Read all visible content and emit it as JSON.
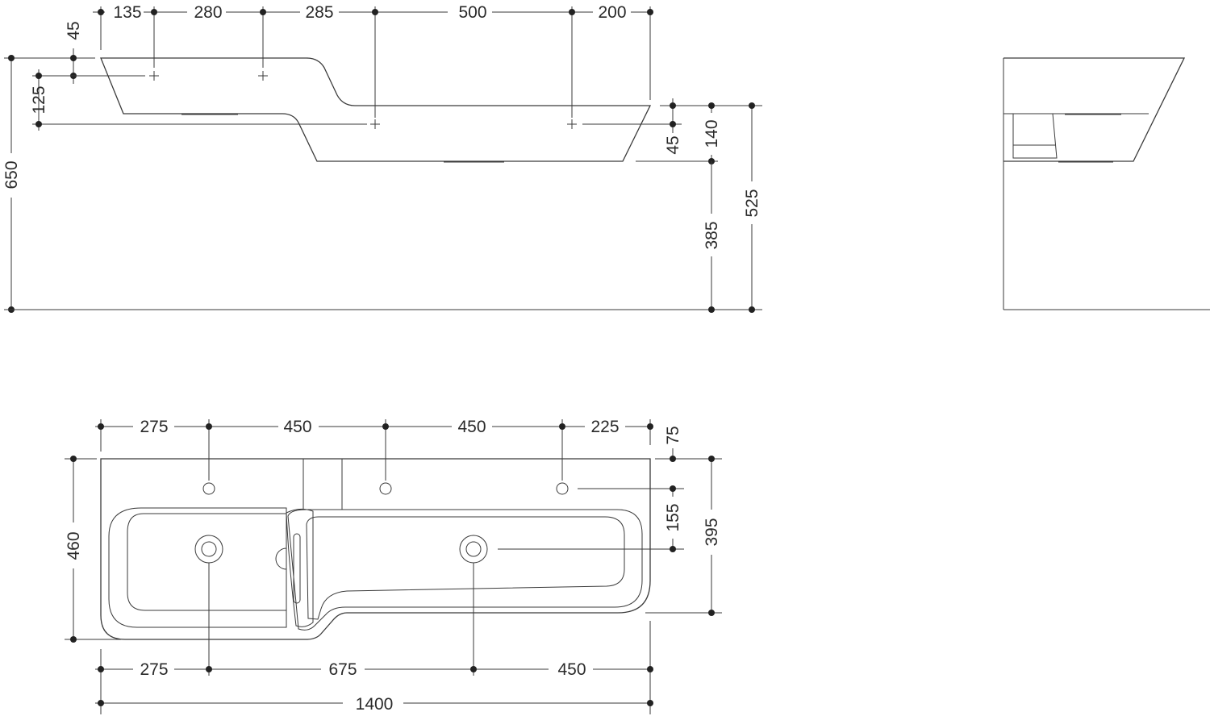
{
  "front_view": {
    "top_dims": [
      "135",
      "280",
      "285",
      "500",
      "200"
    ],
    "left_dims": {
      "height_total": "650",
      "rim": "45",
      "tap_offset": "125"
    },
    "right_dims": {
      "depth": "140",
      "drain_offset": "45",
      "mount_height": "385",
      "overall": "525"
    }
  },
  "top_view": {
    "top_dims": [
      "275",
      "450",
      "450",
      "225"
    ],
    "bottom_dims": [
      "275",
      "675",
      "450"
    ],
    "total_width": "1400",
    "left_dims": {
      "depth": "460"
    },
    "right_dims": {
      "rear_offset": "75",
      "drain_depth": "155",
      "overall_depth": "395"
    }
  }
}
